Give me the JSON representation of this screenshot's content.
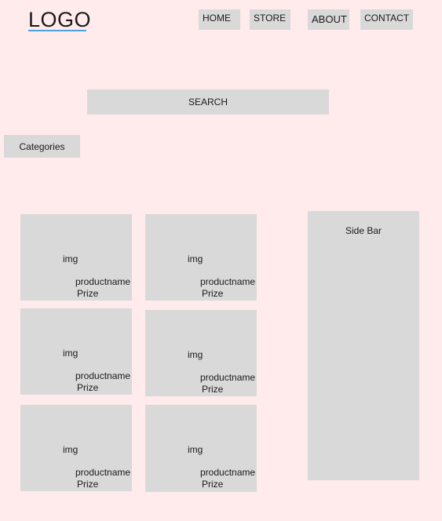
{
  "header": {
    "logo": "LOGO",
    "nav": {
      "home": "HOME",
      "store": "STORE",
      "about": "ABOUT",
      "contact": "CONTACT"
    }
  },
  "search": {
    "label": "SEARCH"
  },
  "categories": {
    "label": "Categories"
  },
  "products": [
    {
      "img": "img",
      "name": "productname",
      "price": "Prize"
    },
    {
      "img": "img",
      "name": "productname",
      "price": "Prize"
    },
    {
      "img": "img",
      "name": "productname",
      "price": "Prize"
    },
    {
      "img": "img",
      "name": "productname",
      "price": "Prize"
    },
    {
      "img": "img",
      "name": "productname",
      "price": "Prize"
    },
    {
      "img": "img",
      "name": "productname",
      "price": "Prize"
    }
  ],
  "sidebar": {
    "label": "Side Bar"
  }
}
